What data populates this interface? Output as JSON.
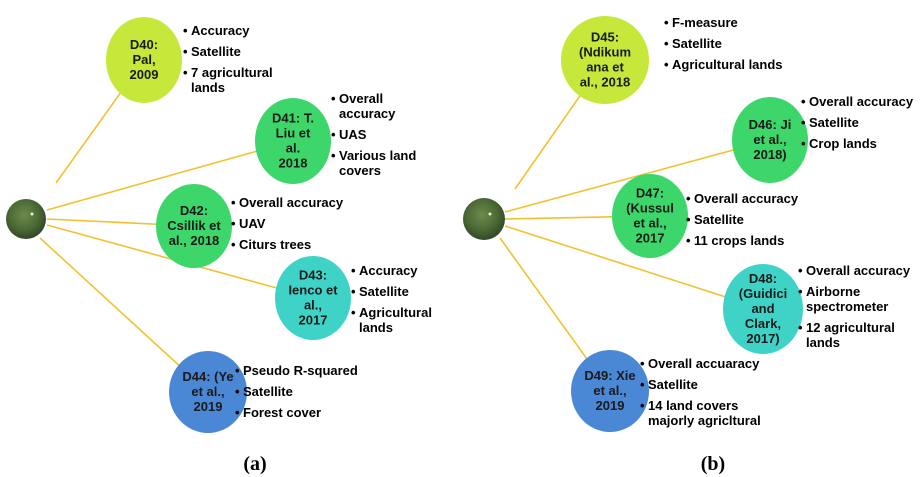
{
  "colors": {
    "connector": "#f2c12e",
    "bubble_yellowgreen": "#c5e83a",
    "bubble_green": "#3dd66a",
    "bubble_teal": "#3fd3c8",
    "bubble_blue": "#4a88d6",
    "hub": "#4b6a35"
  },
  "panels": [
    {
      "caption": "(a)",
      "nodes": [
        {
          "label": [
            "D40:",
            "Pal,",
            "2009"
          ],
          "color": "bubble_yellowgreen",
          "items": [
            [
              "Accuracy"
            ],
            [
              "Satellite"
            ],
            [
              "7 agricultural",
              "lands"
            ]
          ]
        },
        {
          "label": [
            "D41: T.",
            "Liu et",
            "al.",
            "2018"
          ],
          "color": "bubble_green",
          "items": [
            [
              "Overall",
              "accuracy"
            ],
            [
              "UAS"
            ],
            [
              "Various land",
              "covers"
            ]
          ]
        },
        {
          "label": [
            "D42:",
            "Csillik et",
            "al., 2018"
          ],
          "color": "bubble_green",
          "items": [
            [
              "Overall accuracy"
            ],
            [
              "UAV"
            ],
            [
              "Citurs trees"
            ]
          ]
        },
        {
          "label": [
            "D43:",
            "Ienco et",
            "al.,",
            "2017"
          ],
          "color": "bubble_teal",
          "items": [
            [
              "Accuracy"
            ],
            [
              "Satellite"
            ],
            [
              "Agricultural",
              "lands"
            ]
          ]
        },
        {
          "label": [
            "D44: (Ye",
            "et al.,",
            "2019"
          ],
          "color": "bubble_blue",
          "items": [
            [
              "Pseudo R-squared"
            ],
            [
              "Satellite"
            ],
            [
              "Forest cover"
            ]
          ]
        }
      ]
    },
    {
      "caption": "(b)",
      "nodes": [
        {
          "label": [
            "D45:",
            "(Ndikum",
            "ana et",
            "al., 2018"
          ],
          "color": "bubble_yellowgreen",
          "items": [
            [
              "F-measure"
            ],
            [
              "Satellite"
            ],
            [
              "Agricultural lands"
            ]
          ]
        },
        {
          "label": [
            "D46: Ji",
            "et al.,",
            "2018)"
          ],
          "color": "bubble_green",
          "items": [
            [
              "Overall accuracy"
            ],
            [
              "Satellite"
            ],
            [
              "Crop lands"
            ]
          ]
        },
        {
          "label": [
            "D47:",
            "(Kussul",
            "et al.,",
            "2017"
          ],
          "color": "bubble_green",
          "items": [
            [
              "Overall accuracy"
            ],
            [
              "Satellite"
            ],
            [
              "11 crops lands"
            ]
          ]
        },
        {
          "label": [
            "D48:",
            "(Guidici",
            "and",
            "Clark,",
            "2017)"
          ],
          "color": "bubble_teal",
          "items": [
            [
              "Overall accuracy"
            ],
            [
              "Airborne",
              "spectrometer"
            ],
            [
              "12 agricultural",
              "lands"
            ]
          ]
        },
        {
          "label": [
            "D49: Xie",
            "et al.,",
            "2019"
          ],
          "color": "bubble_blue",
          "items": [
            [
              "Overall accuaracy"
            ],
            [
              "Satellite"
            ],
            [
              "14 land covers",
              "majorly agricltural"
            ]
          ]
        }
      ]
    }
  ]
}
